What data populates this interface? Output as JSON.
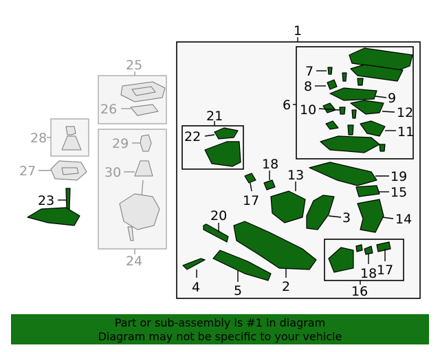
{
  "diagram": {
    "callouts": {
      "c1": "1",
      "c2": "2",
      "c3": "3",
      "c4": "4",
      "c5": "5",
      "c6": "6",
      "c7": "7",
      "c8": "8",
      "c9": "9",
      "c10": "10",
      "c11": "11",
      "c12": "12",
      "c13": "13",
      "c14": "14",
      "c15": "15",
      "c16": "16",
      "c17a": "17",
      "c17b": "17",
      "c18a": "18",
      "c18b": "18",
      "c19": "19",
      "c20": "20",
      "c21": "21",
      "c22": "22",
      "c23": "23",
      "c24": "24",
      "c25": "25",
      "c26": "26",
      "c27": "27",
      "c28": "28",
      "c29": "29",
      "c30": "30"
    },
    "colors": {
      "highlight": "#0f6a0f",
      "inactive": "#9a9a9a",
      "footer_bg": "#137513"
    }
  },
  "footer": {
    "line1": "Part or sub-assembly is #1 in diagram",
    "line2": "Diagram may not be specific to your vehicle"
  }
}
